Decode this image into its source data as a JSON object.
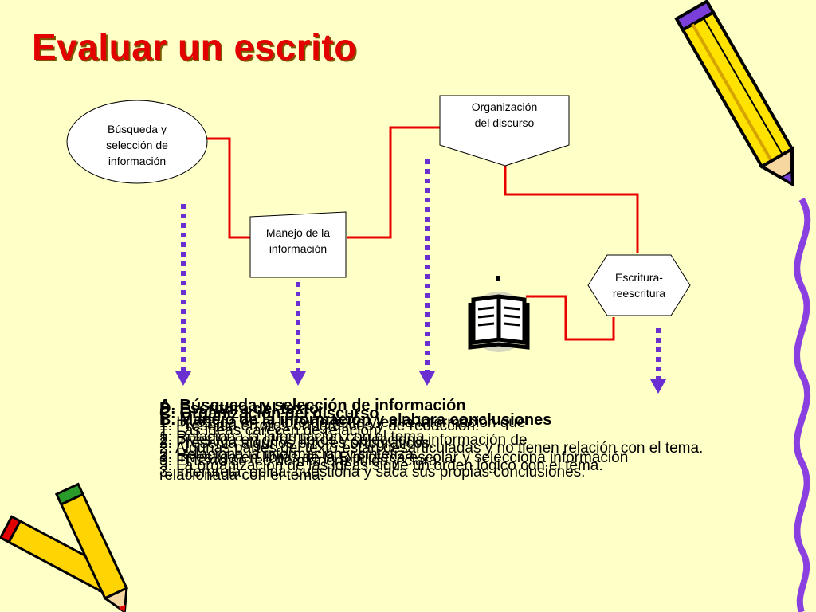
{
  "slide": {
    "title": "Evaluar un escrito"
  },
  "diagram": {
    "nodes": {
      "busqueda": [
        "Búsqueda y",
        "selección de",
        "información"
      ],
      "manejo": [
        "Manejo de la",
        "información"
      ],
      "organizacion": [
        "Organización",
        "del discurso"
      ],
      "escritura": [
        "Escritura-",
        "reescritura"
      ]
    }
  },
  "overlapping_text": {
    "a": {
      "heading": "A. Búsqueda y selección de información",
      "items": [
        "1. Investiga en el libro de texto y en la información que",
        "2. Investiga en otros libros y selecciona información de",
        "3. Investiga en libros de la Biblioteca escolar y selecciona información relacionada con el tema."
      ]
    },
    "b": {
      "heading": "B. Manejo de la información y elabora conclusiones",
      "items": [
        "1. Relaciona la información con el tema.",
        "2. Relaciona la información y sintetiza.",
        "3. Interpreta, opina, cuestiona y saca sus propias conclusiones."
      ]
    },
    "c": {
      "heading": "C. Organización del discurso",
      "items": [
        "1. Las ideas carecen de relación.",
        "2. Algunas partes del texto están desarticuladas y no tienen relación con el tema.",
        "3. La organización de las ideas sigue un orden lógico con el tema."
      ]
    },
    "d": {
      "heading": "D. Escritura del texto",
      "items": [
        "1. Presenta errores ortográficos y de redacción.",
        "2. Presenta algunos errores ortográficos.",
        "3. El texto se lee de manera fluida y clara."
      ]
    }
  },
  "colors": {
    "background": "#ffffc8",
    "title": "#e30000",
    "connector": "#e80000",
    "arrow": "#6a2fd0"
  }
}
